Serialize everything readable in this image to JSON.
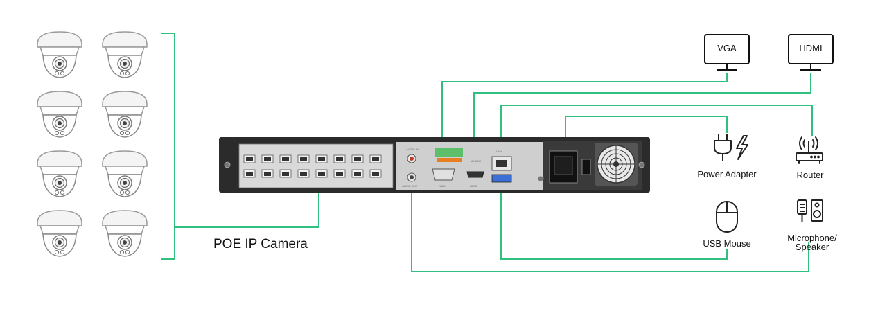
{
  "colors": {
    "wire": "#2fbf7f",
    "device_body": "#2b2b2b",
    "panel": "#d9d9d9",
    "icon": "#222222"
  },
  "cameras": {
    "label": "POE IP Camera",
    "count": 8
  },
  "monitors": [
    {
      "label": "VGA",
      "icon": "monitor-icon"
    },
    {
      "label": "HDMI",
      "icon": "monitor-icon"
    }
  ],
  "peripherals": {
    "power_adapter": {
      "label": "Power Adapter",
      "icon": "power-plug-icon"
    },
    "router": {
      "label": "Router",
      "icon": "router-icon"
    },
    "usb_mouse": {
      "label": "USB Mouse",
      "icon": "mouse-icon"
    },
    "mic_speaker": {
      "label_line1": "Microphone/",
      "label_line2": "Speaker",
      "icon": "mic-speaker-icon"
    }
  },
  "nvr_ports": {
    "audio_in": "AUDIO IN",
    "audio_out": "AUDIO OUT",
    "vga": "VGA",
    "hdmi": "HDMI",
    "lan": "LAN",
    "alarm": "ALARM"
  }
}
